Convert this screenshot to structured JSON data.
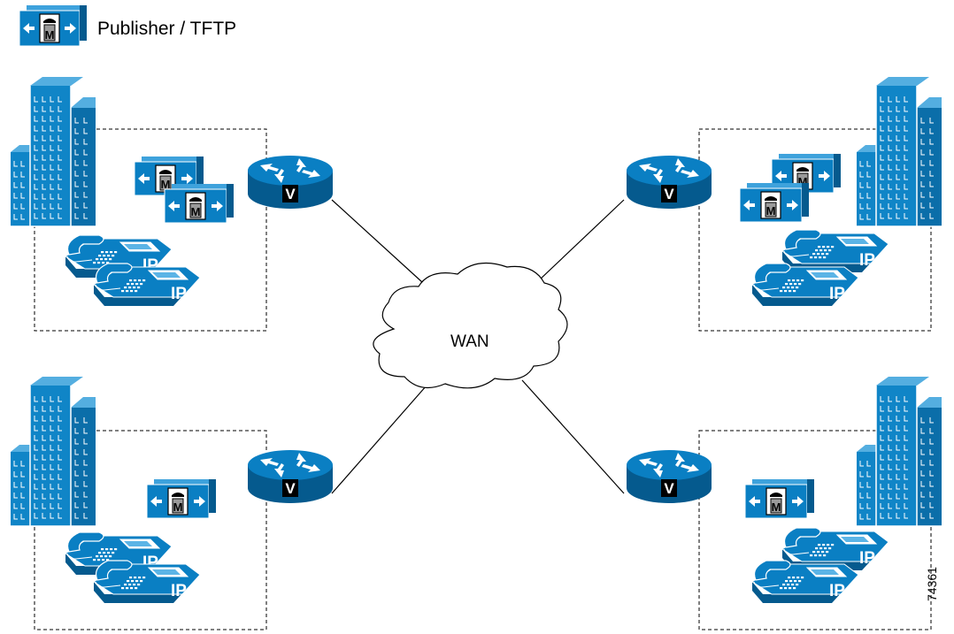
{
  "legend": {
    "label": "Publisher / TFTP",
    "icon": "call-manager-server-icon"
  },
  "wan": {
    "label": "WAN",
    "icon": "cloud-icon"
  },
  "figure_id": "74361",
  "colors": {
    "device_blue": "#0a7fc3",
    "device_dark": "#055a8e",
    "building_blue": "#1085c7",
    "line": "#000000"
  },
  "sites": [
    {
      "id": "top-left",
      "call_managers": 2,
      "ip_phones": 2,
      "router_badge": "V",
      "phone_label": "IP",
      "server_badge": "M"
    },
    {
      "id": "top-right",
      "call_managers": 2,
      "ip_phones": 2,
      "router_badge": "V",
      "phone_label": "IP",
      "server_badge": "M"
    },
    {
      "id": "bottom-left",
      "call_managers": 1,
      "ip_phones": 2,
      "router_badge": "V",
      "phone_label": "IP",
      "server_badge": "M"
    },
    {
      "id": "bottom-right",
      "call_managers": 1,
      "ip_phones": 2,
      "router_badge": "V",
      "phone_label": "IP",
      "server_badge": "M"
    }
  ]
}
